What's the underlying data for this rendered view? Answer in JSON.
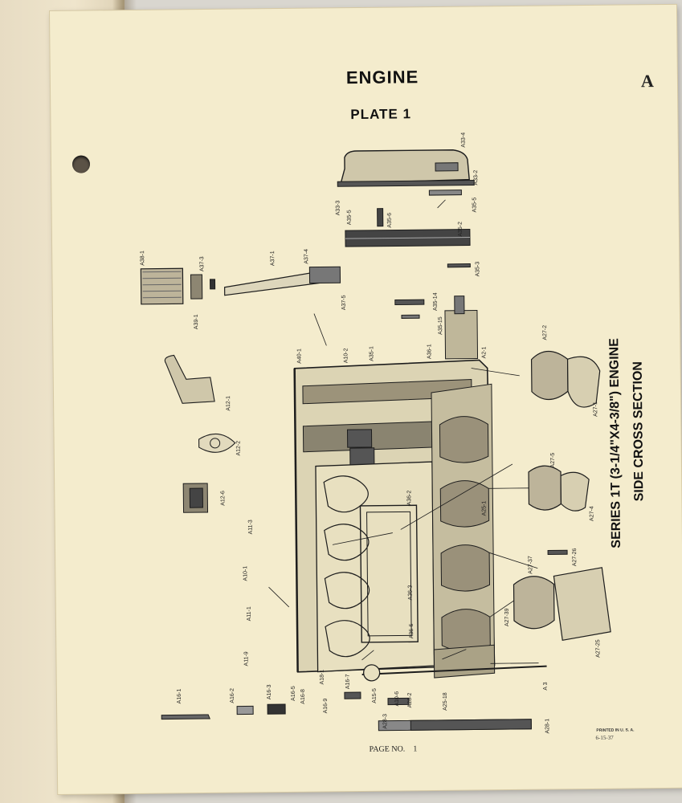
{
  "document": {
    "title": "ENGINE",
    "section_letter": "A",
    "plate": "PLATE 1",
    "side_title_line1": "SERIES 1T (3-1/4\"X4-3/8\") ENGINE",
    "side_title_line2": "SIDE CROSS SECTION",
    "page_label": "PAGE NO.",
    "page_number": "1",
    "printed": "PRINTED IN U. S. A.",
    "date": "6-15-37"
  },
  "labels": {
    "a33_4": "A33-4",
    "a33_2": "A33-2",
    "a33_3": "A33-3",
    "a35_5a": "A35-5",
    "a35_6": "A35-6",
    "a35_5b": "A35-5",
    "a35_2": "A35-2",
    "a35_3": "A35-3",
    "a38_1": "A38-1",
    "a37_3": "A37-3",
    "a37_1": "A37-1",
    "a37_4": "A37-4",
    "a39_1": "A39-1",
    "a37_5": "A37-5",
    "a35_14": "A35-14",
    "a35_15": "A35-15",
    "a40_1": "A40-1",
    "a10_2": "A10-2",
    "a35_1": "A35-1",
    "a36_1": "A36-1",
    "a2_1": "A2-1",
    "a27_2": "A27-2",
    "a27_1": "A27-1",
    "a12_1": "A12-1",
    "a12_2": "A12-2",
    "a12_6": "A12-6",
    "a27_5": "A27-5",
    "a27_4": "A27-4",
    "a36_2": "A36-2",
    "a25_1": "A25-1",
    "a11_3": "A11-3",
    "a10_1": "A10-1",
    "a27_37": "A27-37",
    "a27_26": "A27-26",
    "a11_1": "A11-1",
    "a36_3": "A36-3",
    "a27_39": "A27-39",
    "a27_25": "A27-25",
    "a36_6": "A36-6",
    "a11_9": "A11-9",
    "a18_1": "A18-1",
    "a16_1": "A16-1",
    "a16_2": "A16-2",
    "a16_3": "A16-3",
    "a16_5": "A16-5",
    "a16_8": "A16-8",
    "a16_9": "A16-9",
    "a16_7": "A16-7",
    "a15_5": "A15-5",
    "a10_6": "A10-6",
    "a28_2": "A28-2",
    "a25_18": "A25-18",
    "a3": "A 3",
    "a28_3": "A28-3",
    "a28_1": "A28-1"
  }
}
